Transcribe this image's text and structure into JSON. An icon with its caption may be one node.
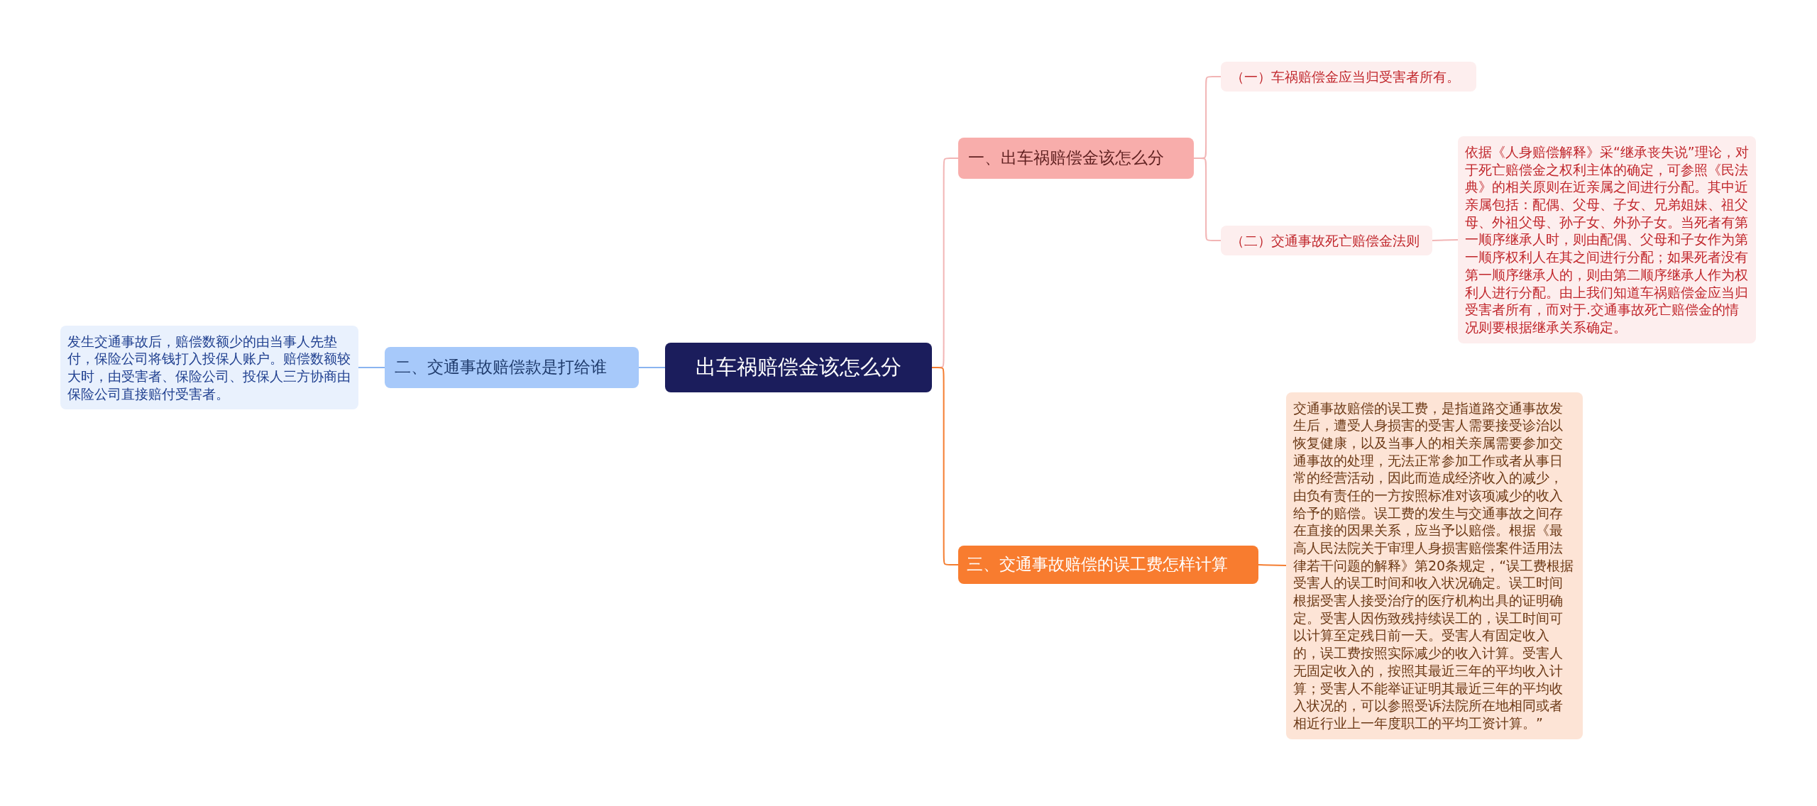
{
  "diagram": {
    "nodes": [
      {
        "text": [
          "出车祸赔偿金该怎么分"
        ]
      },
      {
        "text": [
          "二、交通事故赔偿款是打给谁"
        ]
      },
      {
        "text": [
          "发生交通事故后，赔偿数额少的由当事人先垫付，保险公司将钱打入投保人账户。赔偿数额较大时，由受害者、保险公司、投保人三方协商由保险公司直接赔付受害者。"
        ]
      },
      {
        "text": [
          "一、出车祸赔偿金该怎么分"
        ]
      },
      {
        "text": [
          "（一）车祸赔偿金应当归受害者所有。"
        ]
      },
      {
        "text": [
          "（二）交通事故死亡赔偿金法则"
        ]
      },
      {
        "text": [
          "依据《人身赔偿解释》采“继承丧失说”理论，对于死亡赔偿金之权利主体的确定，可参照《民法典》的相关原则在近亲属之间进行分配。其中近亲属包括：配偶、父母、子女、兄弟姐妹、祖父母、外祖父母、孙子女、外孙子女。当死者有第一顺序继承人时，则由配偶、父母和子女作为第一顺序权利人在其之间进行分配；如果死者没有第一顺序继承人的，则由第二顺序继承人作为权利人进行分配。由上我们知道车祸赔偿金应当归受害者所有，而对于.交通事故死亡赔偿金的情况则要根据继承关系确定。"
        ]
      },
      {
        "text": [
          "三、交通事故赔偿的误工费怎样计算"
        ]
      },
      {
        "text": [
          "交通事故赔偿的误工费，是指道路交通事故发生后，遭受人身损害的受害人需要接受诊治以恢复健康，以及当事人的相关亲属需要参加交通事故的处理，无法正常参加工作或者从事日常的经营活动，因此而造成经济收入的减少，由负有责任的一方按照标准对该项减少的收入给予的赔偿。误工费的发生与交通事故之间存在直接的因果关系，应当予以赔偿。根据《最高人民法院关于审理人身损害赔偿案件适用法律若干问题的解释》第20条规定，“误工费根据受害人的误工时间和收入状况确定。误工时间根据受害人接受治疗的医疗机构出具的证明确定。受害人因伤致残持续误工的，误工时间可以计算至定残日前一天。受害人有固定收入的，误工费按照实际减少的收入计算。受害人无固定收入的，按照其最近三年的平均收入计算；受害人不能举证证明其最近三年的平均收入状况的，可以参照受诉法院所在地相同或者相近行业上一年度职工的平均工资计算。”"
        ]
      }
    ],
    "edges": [
      {
        "from": 0,
        "to": 1,
        "arrow": "none",
        "color": "#8ab4f0"
      },
      {
        "from": 1,
        "to": 2,
        "arrow": "none",
        "color": "#8ab4f0"
      },
      {
        "from": 0,
        "to": 3,
        "arrow": "none",
        "color": "#f2b5b5"
      },
      {
        "from": 3,
        "to": 4,
        "arrow": "none",
        "color": "#f2b5b5"
      },
      {
        "from": 3,
        "to": 5,
        "arrow": "none",
        "color": "#f2b5b5"
      },
      {
        "from": 5,
        "to": 6,
        "arrow": "none",
        "color": "#f2b5b5"
      },
      {
        "from": 0,
        "to": 7,
        "arrow": "none",
        "color": "#f47d30"
      },
      {
        "from": 7,
        "to": 8,
        "arrow": "none",
        "color": "#f47d30"
      }
    ]
  }
}
